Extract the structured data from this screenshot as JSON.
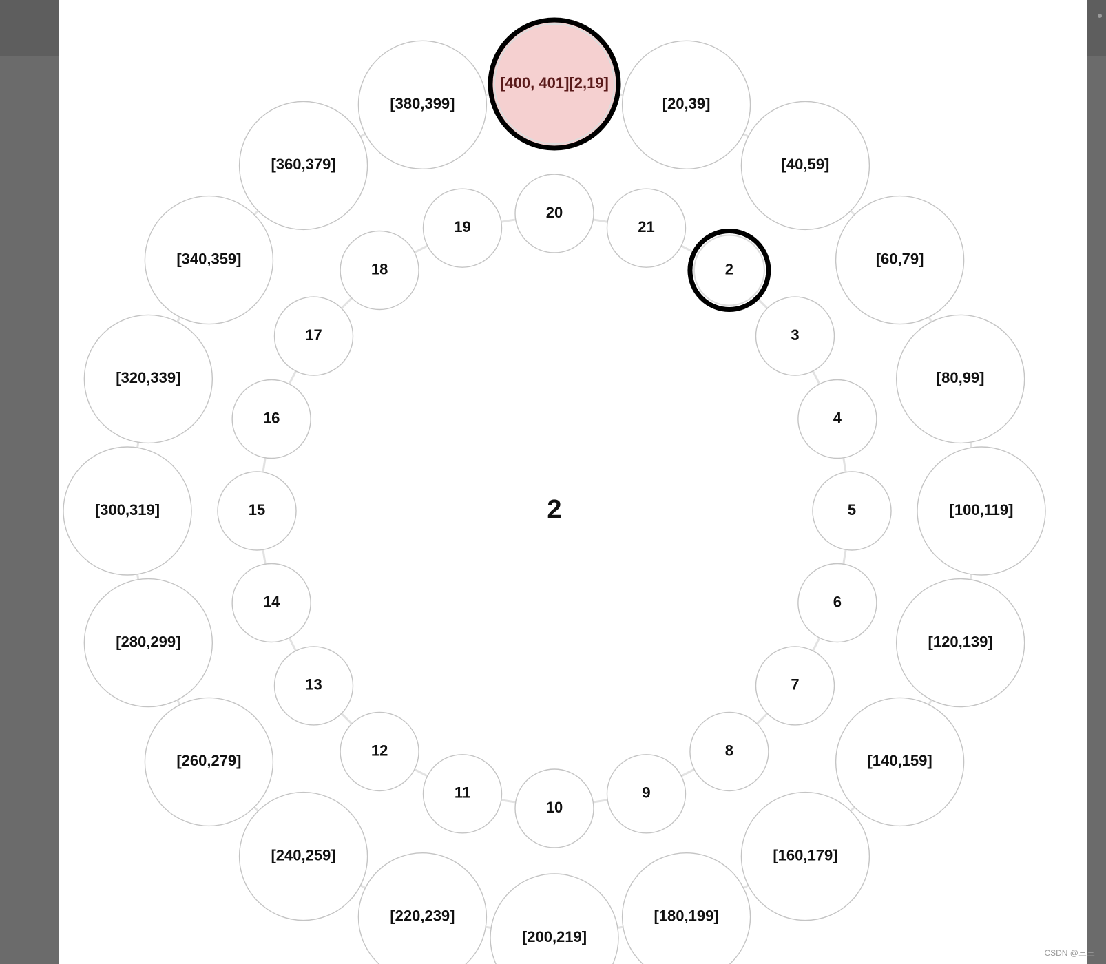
{
  "center_label": "2",
  "outer_ring": {
    "items": [
      {
        "label": "[400, 401][2,19]",
        "highlighted": true
      },
      {
        "label": "[20,39]"
      },
      {
        "label": "[40,59]"
      },
      {
        "label": "[60,79]"
      },
      {
        "label": "[80,99]"
      },
      {
        "label": "[100,119]"
      },
      {
        "label": "[120,139]"
      },
      {
        "label": "[140,159]"
      },
      {
        "label": "[160,179]"
      },
      {
        "label": "[180,199]"
      },
      {
        "label": "[200,219]"
      },
      {
        "label": "[220,239]"
      },
      {
        "label": "[240,259]"
      },
      {
        "label": "[260,279]"
      },
      {
        "label": "[280,299]"
      },
      {
        "label": "[300,319]"
      },
      {
        "label": "[320,339]"
      },
      {
        "label": "[340,359]"
      },
      {
        "label": "[360,379]"
      },
      {
        "label": "[380,399]"
      }
    ]
  },
  "inner_ring": {
    "items": [
      {
        "label": "20"
      },
      {
        "label": "21"
      },
      {
        "label": "2",
        "selected": true
      },
      {
        "label": "3"
      },
      {
        "label": "4"
      },
      {
        "label": "5"
      },
      {
        "label": "6"
      },
      {
        "label": "7"
      },
      {
        "label": "8"
      },
      {
        "label": "9"
      },
      {
        "label": "10"
      },
      {
        "label": "11"
      },
      {
        "label": "12"
      },
      {
        "label": "13"
      },
      {
        "label": "14"
      },
      {
        "label": "15"
      },
      {
        "label": "16"
      },
      {
        "label": "17"
      },
      {
        "label": "18"
      },
      {
        "label": "19"
      }
    ]
  },
  "colors": {
    "highlight_fill": "#f5d0d0",
    "highlight_text": "#5a1a1a",
    "node_stroke": "#c4c4c4",
    "selected_stroke": "#000000",
    "link": "#e2e2e2"
  },
  "watermark": "CSDN @三三"
}
